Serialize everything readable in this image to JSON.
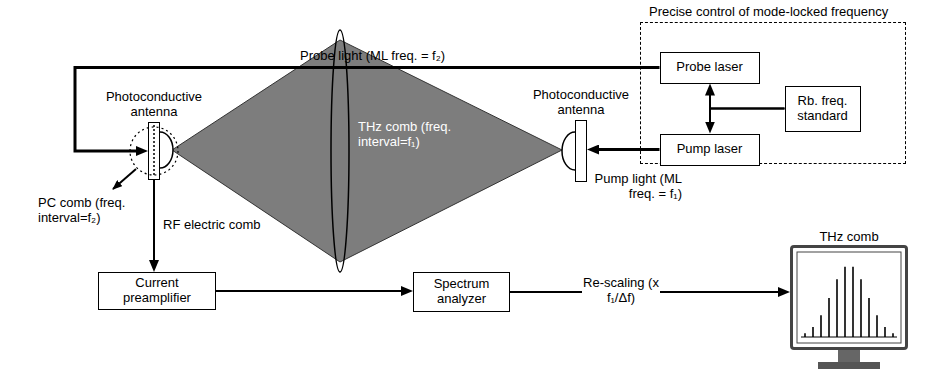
{
  "diagram": {
    "nodes": [
      {
        "text": [
          "Precise control of mode-locked frequency"
        ]
      },
      {
        "text": [
          "Probe laser"
        ],
        "in": 0
      },
      {
        "text": [
          "Rb. freq. standard"
        ],
        "in": 0
      },
      {
        "text": [
          "Pump laser"
        ],
        "in": 0
      },
      {
        "text": [
          "Photoconductive antenna"
        ]
      },
      {
        "text": [
          "Photoconductive antenna"
        ]
      },
      {
        "text": [
          "Current preamplifier"
        ]
      },
      {
        "text": [
          "Spectrum analyzer"
        ]
      },
      {
        "text": [
          "THz comb"
        ]
      }
    ],
    "edges": [
      {
        "from": 1,
        "to": 4,
        "arrow": "to",
        "label": "Probe light (ML freq. = f₂)"
      },
      {
        "from": 3,
        "to": 5,
        "arrow": "to",
        "label": "Pump light (ML freq. = f₁)"
      },
      {
        "from": 2,
        "to": 1,
        "arrow": "to"
      },
      {
        "from": 2,
        "to": 3,
        "arrow": "to"
      },
      {
        "from": 4,
        "to": 6,
        "arrow": "to",
        "label": "RF electric comb"
      },
      {
        "from": 6,
        "to": 7,
        "arrow": "to"
      },
      {
        "from": 7,
        "to": 8,
        "arrow": "to",
        "label": "Re-scaling (x f₁/Δf)"
      }
    ],
    "labels": [
      "THz comb (freq. interval=f₁)",
      "PC comb (freq. interval=f₂)"
    ]
  }
}
